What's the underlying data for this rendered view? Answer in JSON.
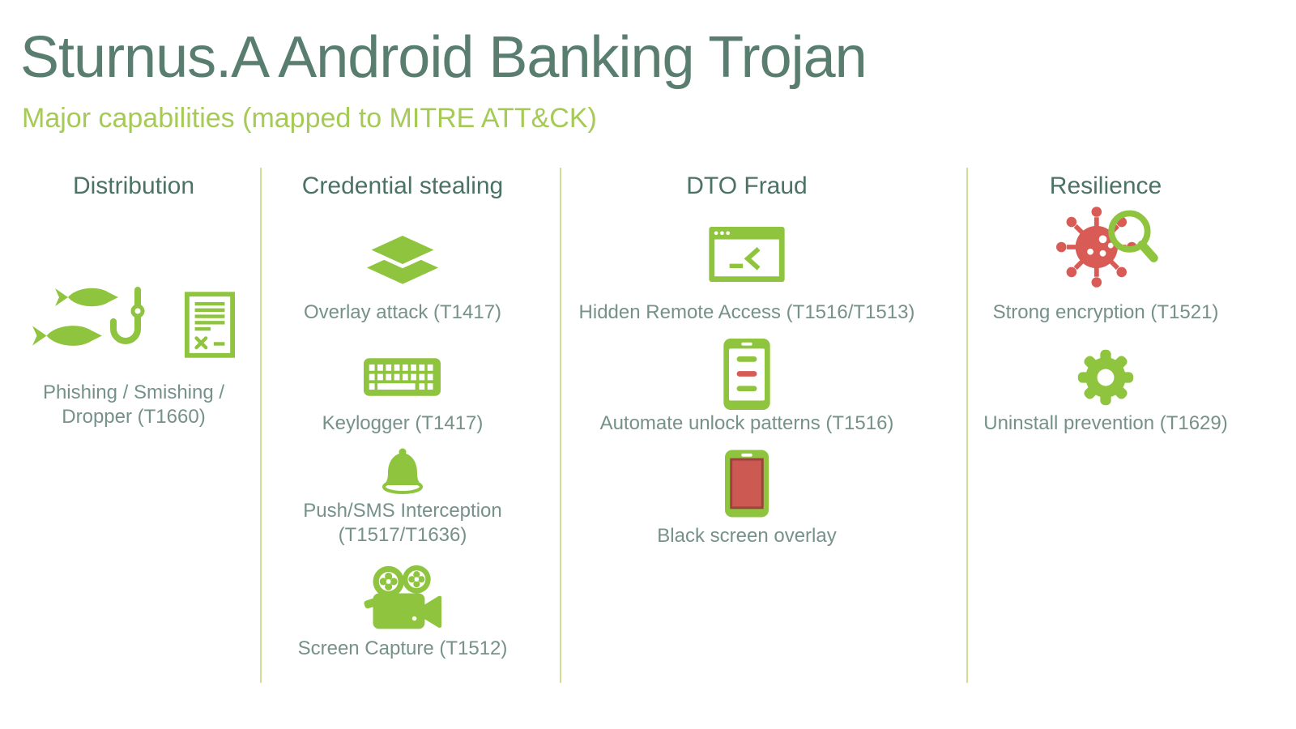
{
  "page": {
    "title": "Sturnus.A Android Banking Trojan",
    "subtitle": "Major capabilities (mapped to MITRE ATT&CK)"
  },
  "colors": {
    "title_teal": "#597e70",
    "header_teal": "#4b7265",
    "label_gray_teal": "#75918a",
    "subtitle_green": "#a5ca55",
    "icon_green": "#8fc43f",
    "icon_red": "#d85c55",
    "phone_screen_red": "#cc5a52",
    "divider_green": "#ccdf94"
  },
  "columns": [
    {
      "header": "Distribution",
      "items": [
        {
          "icons": [
            "phishing-fish-hook-icon",
            "dropper-document-icon"
          ],
          "label": "Phishing / Smishing / Dropper (T1660)"
        }
      ]
    },
    {
      "header": "Credential stealing",
      "items": [
        {
          "icon": "layers-icon",
          "label": "Overlay attack (T1417)"
        },
        {
          "icon": "keyboard-icon",
          "label": "Keylogger (T1417)"
        },
        {
          "icon": "bell-icon",
          "label": "Push/SMS Interception (T1517/T1636)"
        },
        {
          "icon": "video-camera-icon",
          "label": "Screen Capture (T1512)"
        }
      ]
    },
    {
      "header": "DTO Fraud",
      "items": [
        {
          "icon": "terminal-window-icon",
          "label": "Hidden Remote Access (T1516/T1513)"
        },
        {
          "icon": "phone-unlock-pattern-icon",
          "label": "Automate unlock patterns (T1516)"
        },
        {
          "icon": "phone-black-screen-icon",
          "label": "Black screen overlay"
        }
      ]
    },
    {
      "header": "Resilience",
      "items": [
        {
          "icon": "virus-magnifier-icon",
          "label": "Strong encryption (T1521)"
        },
        {
          "icon": "gear-icon",
          "label": "Uninstall prevention (T1629)"
        }
      ]
    }
  ]
}
